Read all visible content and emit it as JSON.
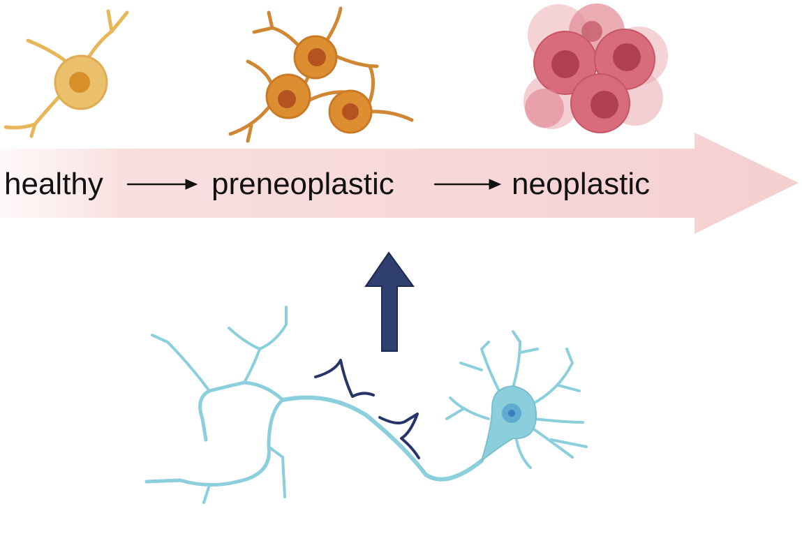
{
  "stages": [
    {
      "id": "healthy",
      "label": "healthy"
    },
    {
      "id": "preneoplastic",
      "label": "preneoplastic"
    },
    {
      "id": "neoplastic",
      "label": "neoplastic"
    }
  ],
  "colors": {
    "progression_arrow": "#f6d3d3",
    "healthy_cell": "#ebc06c",
    "healthy_nucleus": "#d78f2a",
    "preneoplastic_cell": "#dc8e30",
    "preneoplastic_nucleus": "#b4531f",
    "neoplastic_cell": "#d96c7a",
    "neoplastic_nucleus": "#b0404f",
    "neuron": "#8ccfdc",
    "neuron_nucleus": "#3b7ebf",
    "signal": "#273468",
    "influence_arrow": "#2e3f70"
  }
}
